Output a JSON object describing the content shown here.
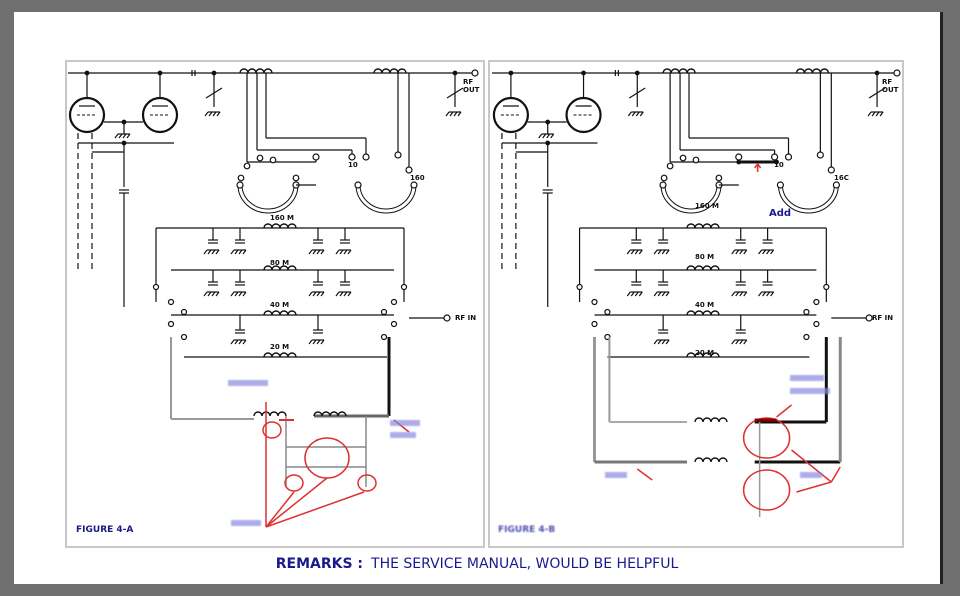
{
  "figures": [
    {
      "caption": "FIGURE 4-A",
      "rf_out": "RF\nOUT",
      "rf_in": "RF IN",
      "bands": [
        "160 M",
        "80 M",
        "40 M",
        "20 M"
      ],
      "switch_labels": [
        "10",
        "160"
      ]
    },
    {
      "caption": "FIGURE 4-B",
      "rf_out": "RF\nOUT",
      "rf_in": "RF IN",
      "bands": [
        "160 M",
        "80 M",
        "40 M",
        "20 M"
      ],
      "switch_labels": [
        "10",
        "16C"
      ]
    }
  ],
  "annotation_add": "Add",
  "remarks": {
    "label": "REMARKS :",
    "text": "THE SERVICE MANUAL, WOULD BE HELPFUL"
  },
  "colors": {
    "annotation_red": "#e03030",
    "annotation_blue": "#1a1a90",
    "wire": "#111111"
  }
}
